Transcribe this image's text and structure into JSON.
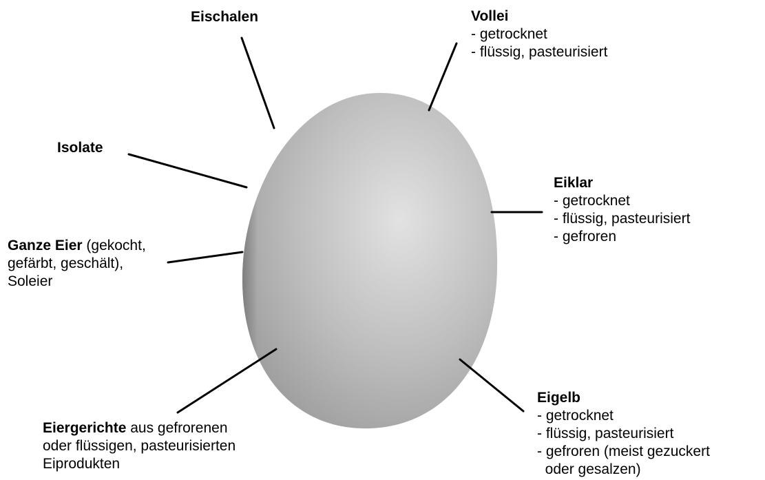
{
  "egg_image": {
    "colors": {
      "shell": "#bdbdbd",
      "highlight": "#e2e2e2",
      "shadow": "#7a7a7a",
      "connector": "#000000"
    }
  },
  "labels": {
    "eischalen": {
      "title": "Eischalen"
    },
    "vollei": {
      "title": "Vollei",
      "items": [
        "- getrocknet",
        "- flüssig, pasteurisiert"
      ]
    },
    "isolate": {
      "title": "Isolate"
    },
    "eiklar": {
      "title": "Eiklar",
      "items": [
        "- getrocknet",
        "- flüssig, pasteurisiert",
        "- gefroren"
      ]
    },
    "ganze_eier": {
      "title": "Ganze Eier",
      "title_rest": " (gekocht,",
      "lines": [
        "gefärbt, geschält),",
        "Soleier"
      ]
    },
    "eigelb": {
      "title": "Eigelb",
      "items": [
        "- getrocknet",
        "- flüssig, pasteurisiert",
        "- gefroren (meist gezuckert",
        "  oder gesalzen)"
      ]
    },
    "eiergerichte": {
      "title": "Eiergerichte",
      "title_rest": " aus gefrorenen",
      "lines": [
        "oder flüssigen, pasteurisierten",
        "Eiprodukten"
      ]
    }
  }
}
